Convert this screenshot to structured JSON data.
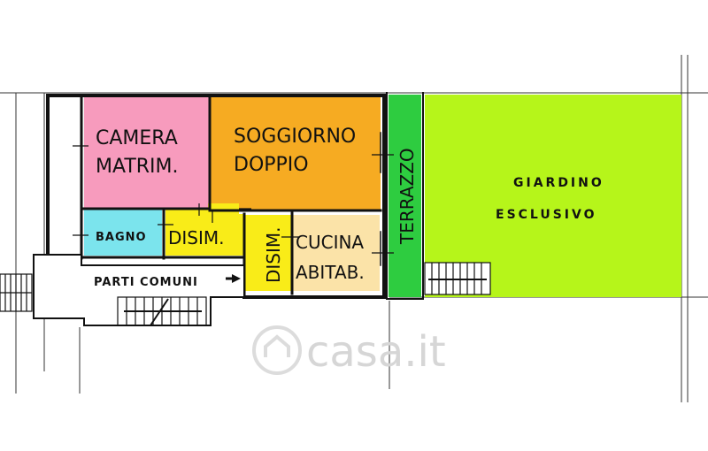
{
  "colors": {
    "camera": "#f79bbd",
    "soggiorno": "#f6ab22",
    "bagno": "#7be4ed",
    "disimpegno": "#f9ec18",
    "cucina": "#fbe3a8",
    "terrazzo": "#2ecc40",
    "giardino": "#b6f51a",
    "walls": "#111111"
  },
  "rooms": {
    "camera": {
      "line1": "CAMERA",
      "line2": "MATRIM."
    },
    "soggiorno": {
      "line1": "SOGGIORNO",
      "line2": "DOPPIO"
    },
    "bagno": {
      "label": "BAGNO"
    },
    "disimpegno1": {
      "label": "DISIM."
    },
    "disimpegno2": {
      "label": "DISIM."
    },
    "cucina": {
      "line1": "CUCINA",
      "line2": "ABITAB."
    },
    "terrazzo": {
      "label": "TERRAZZO"
    },
    "giardino": {
      "line1": "GIARDINO",
      "line2": "ESCLUSIVO"
    },
    "parti_comuni": {
      "label": "PARTI COMUNI"
    }
  },
  "watermark": {
    "text": "casa.it",
    "icon": "house-logo-icon"
  }
}
